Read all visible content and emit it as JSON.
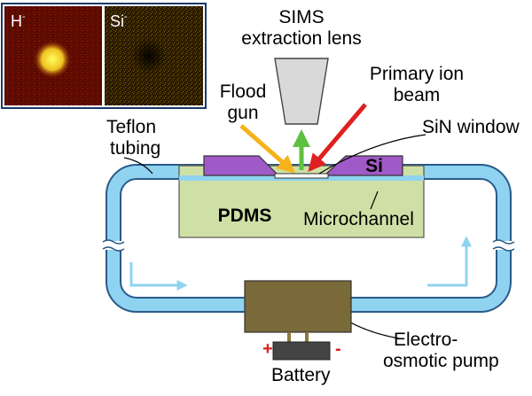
{
  "inset": {
    "left_label": "H",
    "left_sup": "-",
    "right_label": "Si",
    "right_sup": "-"
  },
  "labels": {
    "sims_line1": "SIMS",
    "sims_line2": "extraction lens",
    "primary_line1": "Primary ion",
    "primary_line2": "beam",
    "flood_line1": "Flood",
    "flood_line2": "gun",
    "sin_window": "SiN window",
    "teflon_line1": "Teflon",
    "teflon_line2": "tubing",
    "si": "Si",
    "pdms": "PDMS",
    "microchannel": "Microchannel",
    "pump_line1": "Electro-",
    "pump_line2": "osmotic pump",
    "battery": "Battery",
    "plus": "+",
    "minus": "-"
  },
  "colors": {
    "tubing_fill": "#8fd3f0",
    "tubing_stroke": "#2a5a8a",
    "pdms": "#cfe0a6",
    "si_chip": "#a05ac8",
    "pump": "#7a6a3a",
    "lens": "#d9d9d9",
    "flood_arrow": "#f5b21a",
    "primary_arrow": "#e02020",
    "secondary_arrow": "#5ec040",
    "flow_arrow": "#8fd3f0",
    "plus_color": "#e02020",
    "minus_color": "#e02020"
  }
}
